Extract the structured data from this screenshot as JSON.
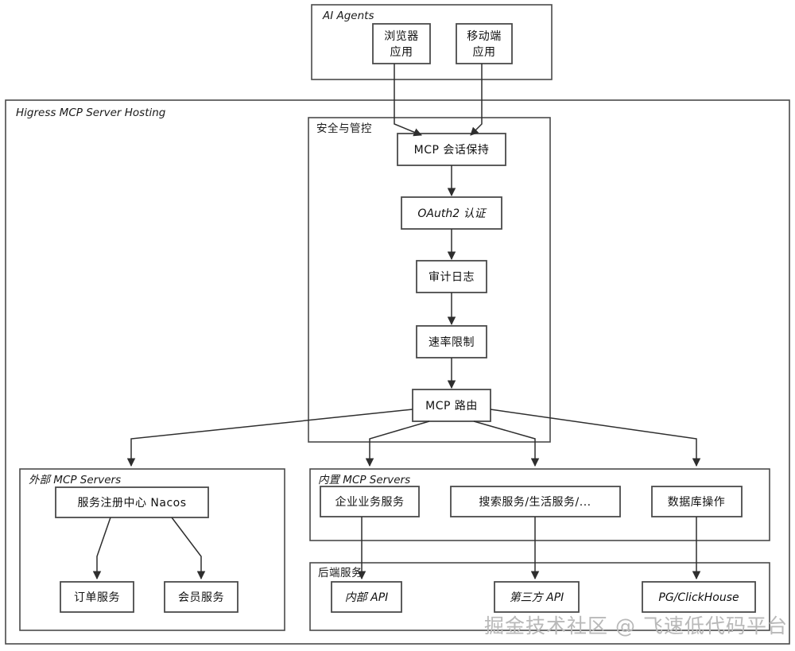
{
  "diagram": {
    "title": "Higress MCP Server Hosting architecture",
    "colors": {
      "background": "#ffffff",
      "stroke": "#4a4a4a",
      "edge": "#2e2e2e",
      "text": "#111111",
      "watermark": "#b9b9b9"
    },
    "containers": {
      "ai_agents": {
        "label": "AI Agents"
      },
      "higress": {
        "label": "Higress MCP Server Hosting"
      },
      "security": {
        "label": "安全与管控"
      },
      "external_servers": {
        "label": "外部 MCP Servers"
      },
      "builtin_servers": {
        "label": "内置 MCP Servers"
      },
      "backend_services": {
        "label": "后端服务"
      }
    },
    "nodes": {
      "browser_app": {
        "label_line1": "浏览器",
        "label_line2": "应用"
      },
      "mobile_app": {
        "label_line1": "移动端",
        "label_line2": "应用"
      },
      "mcp_session": {
        "label": "MCP 会话保持"
      },
      "oauth2": {
        "label": "OAuth2 认证"
      },
      "audit_log": {
        "label": "审计日志"
      },
      "rate_limit": {
        "label": "速率限制"
      },
      "mcp_router": {
        "label": "MCP 路由"
      },
      "nacos": {
        "label": "服务注册中心 Nacos"
      },
      "order_service": {
        "label": "订单服务"
      },
      "member_service": {
        "label": "会员服务"
      },
      "enterprise_service": {
        "label": "企业业务服务"
      },
      "search_life_service": {
        "label": "搜索服务/生活服务/..."
      },
      "database_ops": {
        "label": "数据库操作"
      },
      "internal_api": {
        "label": "内部 API"
      },
      "third_party_api": {
        "label": "第三方 API"
      },
      "pg_clickhouse": {
        "label": "PG/ClickHouse"
      }
    },
    "watermark": {
      "text": "掘金技术社区 @ 飞速低代码平台"
    }
  }
}
